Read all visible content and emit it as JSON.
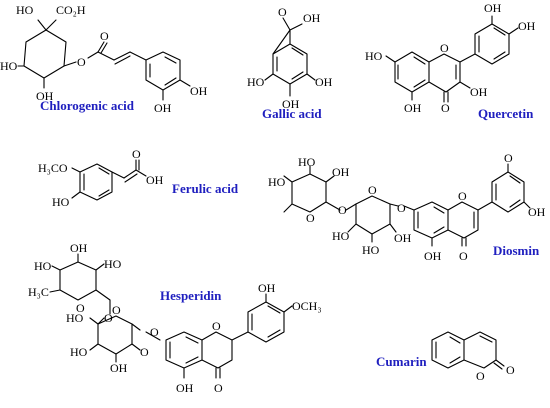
{
  "colors": {
    "name": "#1f1fbf",
    "structure": "#000000",
    "background": "#ffffff"
  },
  "compounds": {
    "chlorogenic_acid": {
      "name": "Chlorogenic acid",
      "atoms": [
        "HO",
        "CO₂H",
        "HO",
        "OH",
        "O",
        "O",
        "OH",
        "OH"
      ]
    },
    "gallic_acid": {
      "name": "Gallic acid",
      "atoms": [
        "O",
        "OH",
        "HO",
        "OH",
        "OH"
      ]
    },
    "quercetin": {
      "name": "Quercetin",
      "atoms": [
        "OH",
        "OH",
        "HO",
        "O",
        "OH",
        "OH",
        "O"
      ]
    },
    "ferulic_acid": {
      "name": "Ferulic acid",
      "atoms": [
        "H₃CO",
        "HO",
        "O",
        "OH"
      ]
    },
    "diosmin": {
      "name": "Diosmin",
      "atoms": [
        "HO",
        "HO",
        "OH",
        "O",
        "O",
        "O",
        "HO",
        "HO",
        "OH",
        "O",
        "O",
        "OH",
        "O",
        "OH",
        "O"
      ]
    },
    "hesperidin": {
      "name": "Hesperidin",
      "atoms": [
        "HO",
        "OH",
        "H₃C",
        "HO",
        "O",
        "O",
        "O",
        "O",
        "HO",
        "HO",
        "OH",
        "O",
        "O",
        "OH",
        "OCH₃",
        "OH",
        "O"
      ]
    },
    "cumarin": {
      "name": "Cumarin",
      "atoms": [
        "O",
        "O"
      ]
    }
  }
}
